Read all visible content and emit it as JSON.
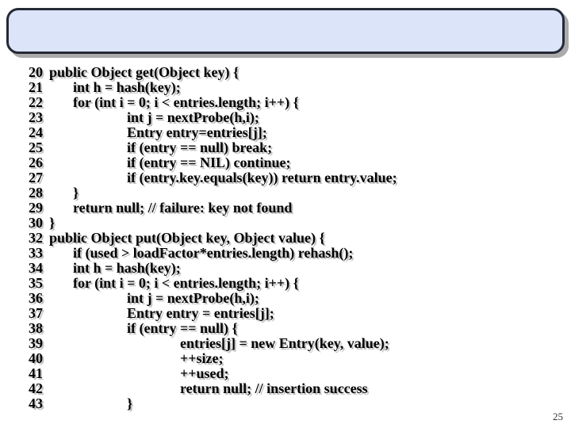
{
  "slide": {
    "page_number": "25",
    "title_box": {
      "text": ""
    },
    "colors": {
      "title_box_fill": "#dbe4f8",
      "title_box_border": "#242936",
      "box_shadow": "#ababab",
      "code_text": "#000000",
      "text_shadow": "#c2c2c2",
      "background": "#ffffff"
    },
    "code": {
      "language": "java",
      "lines": [
        {
          "n": "20",
          "indent": 0,
          "text": "public Object get(Object key) {"
        },
        {
          "n": "21",
          "indent": 1,
          "text": "int h = hash(key);"
        },
        {
          "n": "22",
          "indent": 1,
          "text": "for (int i = 0; i < entries.length; i++) {"
        },
        {
          "n": "23",
          "indent": 2,
          "text": "int j = nextProbe(h,i);"
        },
        {
          "n": "24",
          "indent": 2,
          "text": "Entry entry=entries[j];"
        },
        {
          "n": "25",
          "indent": 2,
          "text": "if (entry == null) break;"
        },
        {
          "n": "26",
          "indent": 2,
          "text": "if (entry == NIL) continue;"
        },
        {
          "n": "27",
          "indent": 2,
          "text": "if (entry.key.equals(key)) return entry.value;"
        },
        {
          "n": "28",
          "indent": 1,
          "text": "}"
        },
        {
          "n": "29",
          "indent": 1,
          "text": "return null; // failure: key not found"
        },
        {
          "n": "30",
          "indent": 0,
          "text": "}"
        },
        {
          "n": "32",
          "indent": 0,
          "text": "public Object put(Object key, Object value) {"
        },
        {
          "n": "33",
          "indent": 1,
          "text": "if (used > loadFactor*entries.length) rehash();"
        },
        {
          "n": "34",
          "indent": 1,
          "text": "int h = hash(key);"
        },
        {
          "n": "35",
          "indent": 1,
          "text": "for (int i = 0; i < entries.length; i++) {"
        },
        {
          "n": "36",
          "indent": 2,
          "text": "int j = nextProbe(h,i);"
        },
        {
          "n": "37",
          "indent": 2,
          "text": "Entry entry = entries[j];"
        },
        {
          "n": "38",
          "indent": 2,
          "text": "if (entry == null) {"
        },
        {
          "n": "39",
          "indent": 3,
          "text": "entries[j] = new Entry(key, value);"
        },
        {
          "n": "40",
          "indent": 3,
          "text": "++size;"
        },
        {
          "n": "41",
          "indent": 3,
          "text": "++used;"
        },
        {
          "n": "42",
          "indent": 3,
          "text": "return null; // insertion success"
        },
        {
          "n": "43",
          "indent": 2,
          "text": "}"
        }
      ]
    }
  }
}
